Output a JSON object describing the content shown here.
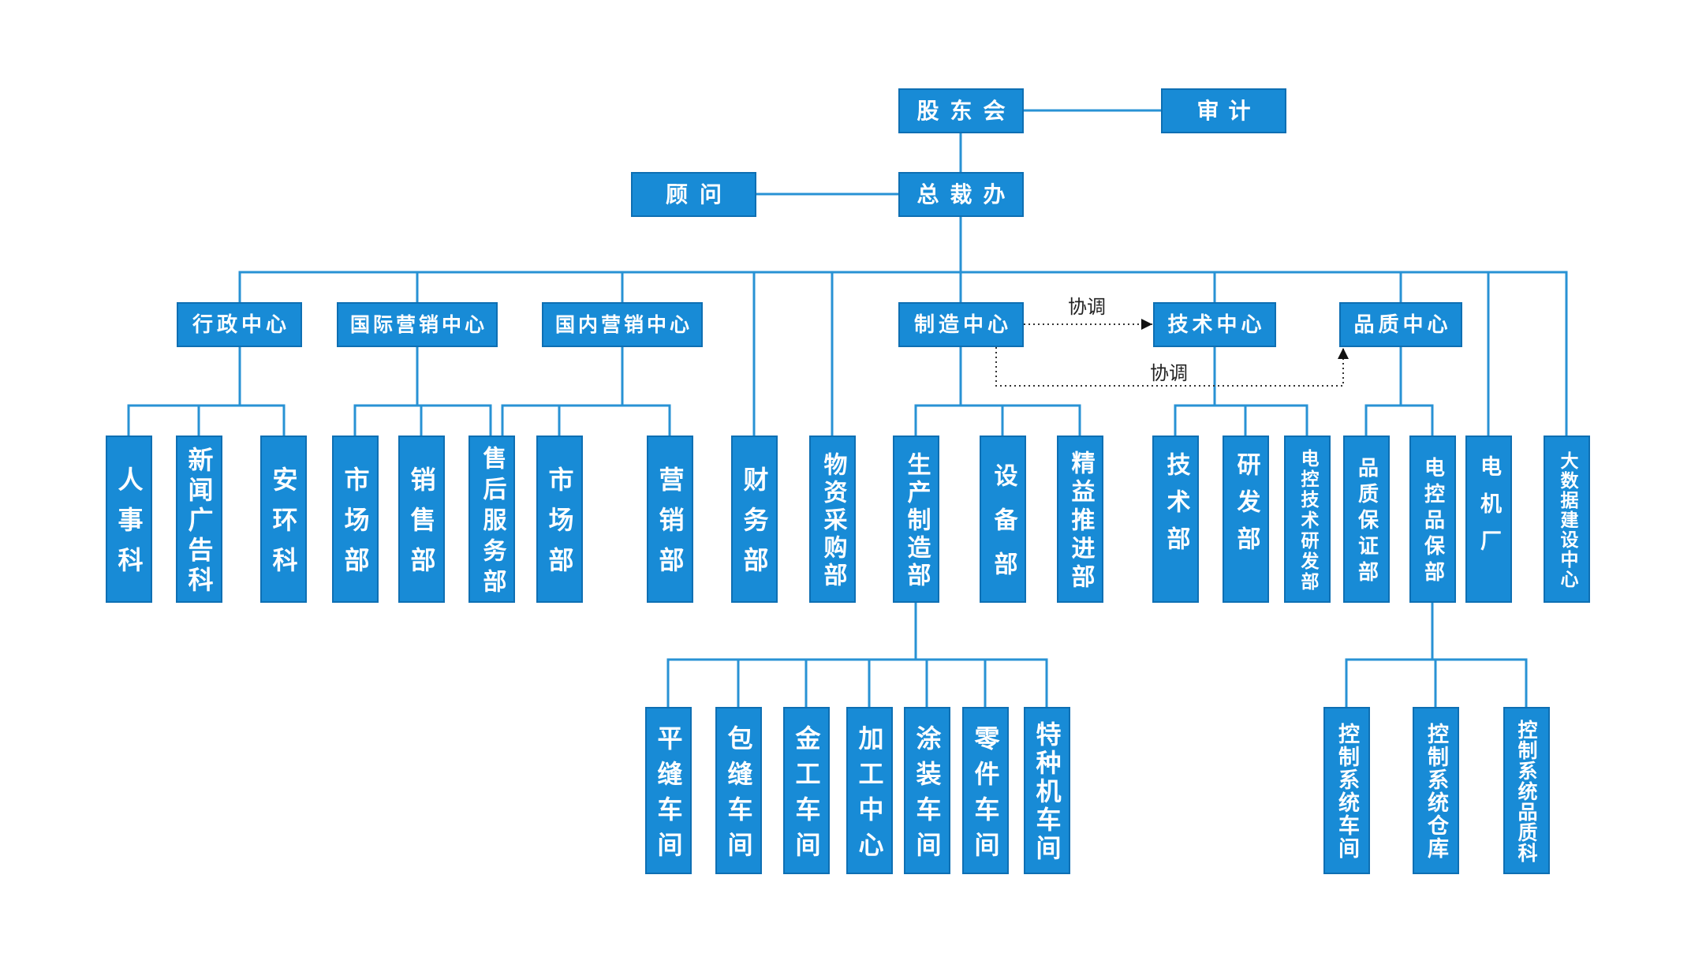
{
  "org": {
    "shareholders": "股东会",
    "audit": "审计",
    "advisor": "顾问",
    "president_office": "总裁办",
    "admin_center": {
      "name": "行政中心",
      "departments": [
        "人事科",
        "新闻广告科",
        "安环科"
      ]
    },
    "intl_marketing_center": {
      "name": "国际营销中心",
      "departments": [
        "市场部",
        "销售部",
        "售后服务部"
      ]
    },
    "domestic_marketing_center": {
      "name": "国内营销中心",
      "departments": [
        "市场部",
        "营销部"
      ]
    },
    "finance": "财务部",
    "procurement": "物资采购部",
    "manufacturing_center": {
      "name": "制造中心",
      "departments": [
        "生产制造部",
        "设备部",
        "精益推进部"
      ]
    },
    "production_workshops": [
      "平缝车间",
      "包缝车间",
      "金工车间",
      "加工中心",
      "涂装车间",
      "零件车间",
      "特种机车间"
    ],
    "tech_center": {
      "name": "技术中心",
      "departments": [
        "技术部",
        "研发部",
        "电控技术研发部"
      ]
    },
    "quality_center": {
      "name": "品质中心",
      "departments": [
        "品质保证部",
        "电控品保部"
      ]
    },
    "ec_qa_units": [
      "控制系统车间",
      "控制系统仓库",
      "控制系统品质科"
    ],
    "motor_factory": "电机厂",
    "big_data_center": "大数据建设中心"
  },
  "coordination": {
    "manufacturing_to_tech": "协调",
    "manufacturing_to_quality": "协调"
  },
  "colors": {
    "box_fill": "#188bd6",
    "box_border": "#0e6fb3",
    "box_text": "#ffffff",
    "connector": "#2892d4",
    "coordination_line": "#333333"
  }
}
